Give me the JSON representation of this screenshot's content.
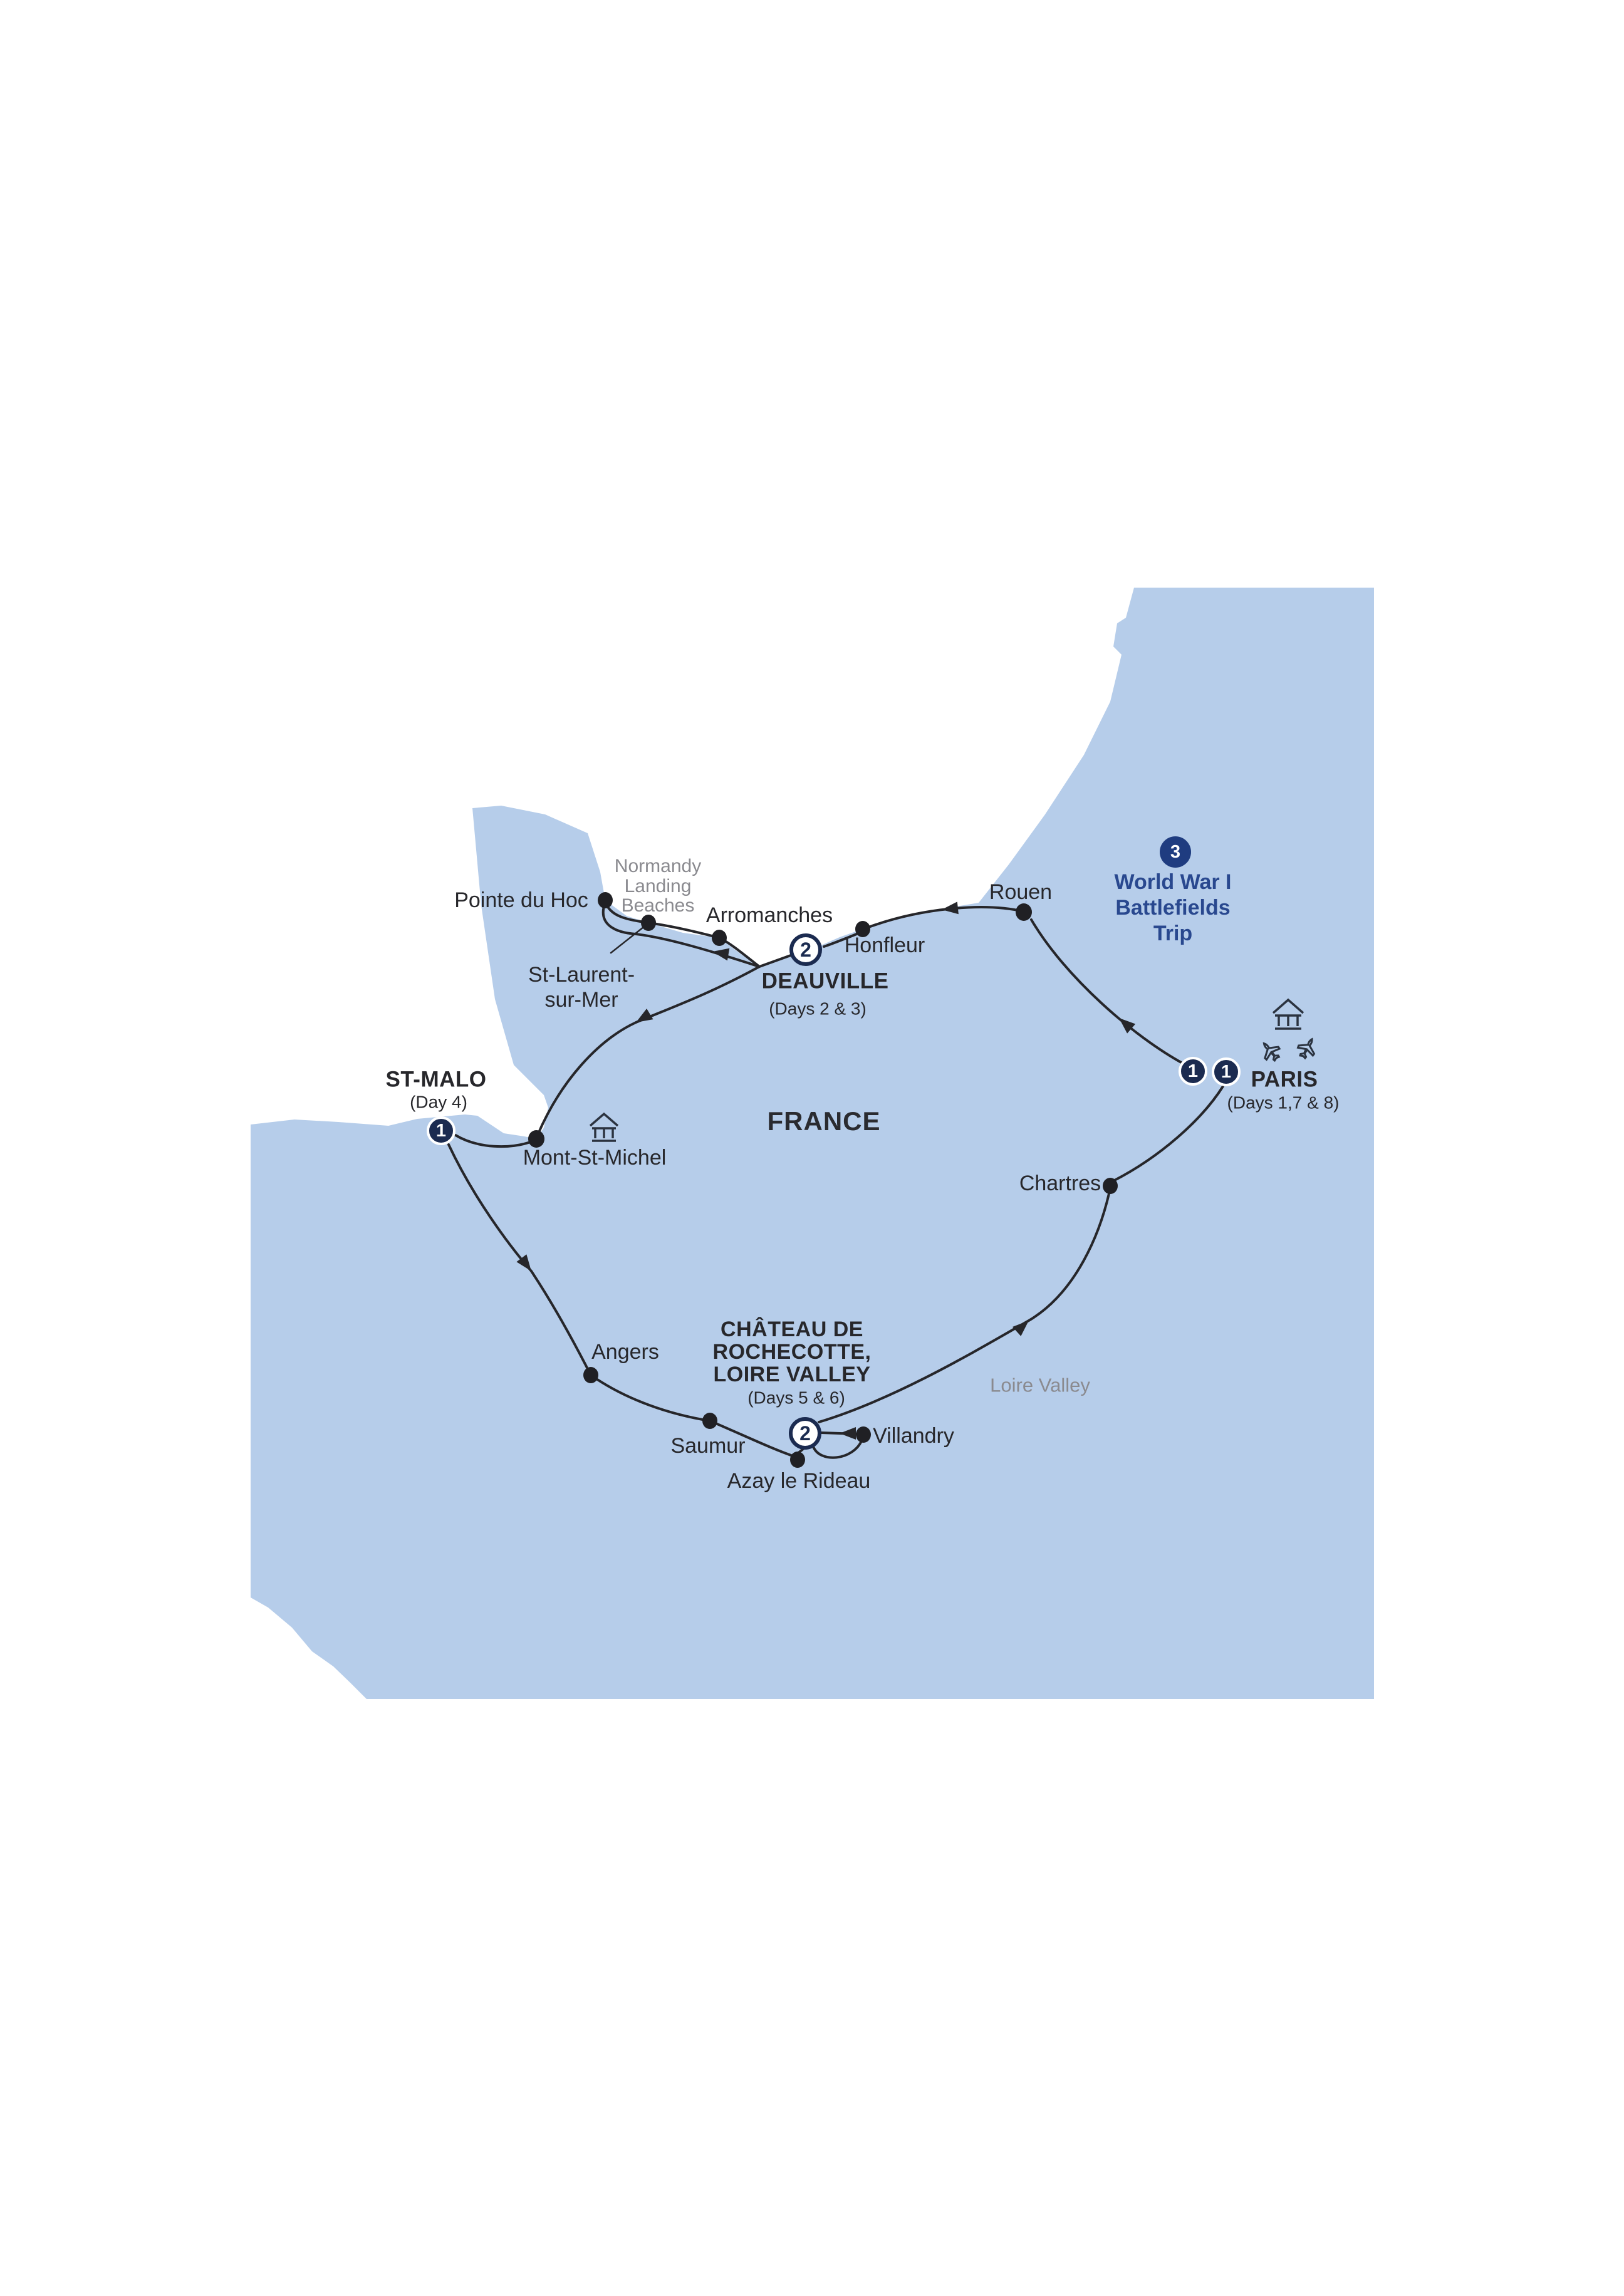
{
  "map": {
    "country": "FRANCE",
    "colors": {
      "land": "#B6CDEA",
      "sea": "#FFFFFF",
      "route": "#26262A",
      "marker_navy": "#1B2B50",
      "badge_blue": "#1F3C80",
      "side_trip_text": "#29488F",
      "label_text": "#27272B",
      "region_text": "#8A8A8F"
    },
    "overnight_stops": [
      {
        "id": "paris",
        "name": "PARIS",
        "days": "(Days 1,7 & 8)",
        "nights": [
          "1",
          "1"
        ]
      },
      {
        "id": "deauville",
        "name": "DEAUVILLE",
        "days": "(Days 2 & 3)",
        "nights": [
          "2"
        ]
      },
      {
        "id": "st-malo",
        "name": "ST-MALO",
        "days": "(Day 4)",
        "nights": [
          "1"
        ]
      },
      {
        "id": "chateau-de-rochecotte",
        "name": "CHÂTEAU DE\nROCHECOTTE,\nLOIRE VALLEY",
        "days": "(Days 5 & 6)",
        "nights": [
          "2"
        ]
      }
    ],
    "visited_places": [
      {
        "id": "pointe-du-hoc",
        "name": "Pointe du Hoc"
      },
      {
        "id": "st-laurent-sur-mer",
        "name": "St-Laurent-\nsur-Mer"
      },
      {
        "id": "arromanches",
        "name": "Arromanches"
      },
      {
        "id": "honfleur",
        "name": "Honfleur"
      },
      {
        "id": "rouen",
        "name": "Rouen"
      },
      {
        "id": "mont-st-michel",
        "name": "Mont-St-Michel"
      },
      {
        "id": "chartres",
        "name": "Chartres"
      },
      {
        "id": "angers",
        "name": "Angers"
      },
      {
        "id": "saumur",
        "name": "Saumur"
      },
      {
        "id": "villandry",
        "name": "Villandry"
      },
      {
        "id": "azay-le-rideau",
        "name": "Azay le Rideau"
      }
    ],
    "region_labels": [
      {
        "id": "normandy-landing-beaches",
        "name": "Normandy\nLanding\nBeaches"
      },
      {
        "id": "loire-valley",
        "name": "Loire Valley"
      }
    ],
    "side_trip": {
      "nights": "3",
      "name": "World War I\nBattlefields\nTrip"
    }
  }
}
